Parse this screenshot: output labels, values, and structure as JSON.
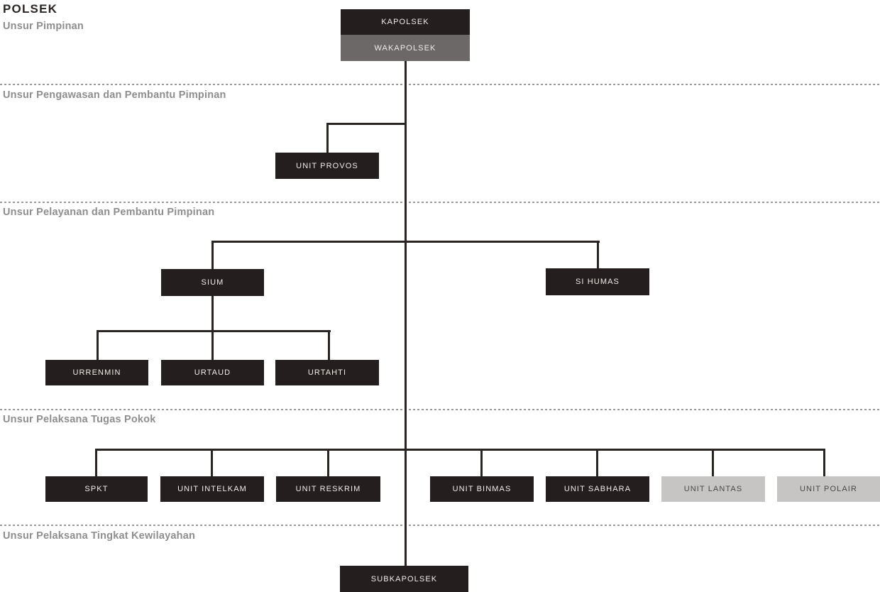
{
  "title": "POLSEK",
  "sections": {
    "pimpinan": {
      "label": "Unsur Pimpinan"
    },
    "pengawasan": {
      "label": "Unsur Pengawasan dan Pembantu Pimpinan"
    },
    "pelayanan": {
      "label": "Unsur Pelayanan dan Pembantu Pimpinan"
    },
    "pelaksana_pokok": {
      "label": "Unsur Pelaksana Tugas Pokok"
    },
    "kewilayahan": {
      "label": "Unsur Pelaksana Tingkat Kewilayahan"
    }
  },
  "nodes": {
    "kapolsek": {
      "label": "KAPOLSEK",
      "variant": "dark"
    },
    "wakapolsek": {
      "label": "WAKAPOLSEK",
      "variant": "gray"
    },
    "unit_provos": {
      "label": "UNIT PROVOS",
      "variant": "dark"
    },
    "sium": {
      "label": "SIUM",
      "variant": "dark"
    },
    "si_humas": {
      "label": "SI HUMAS",
      "variant": "dark"
    },
    "urrenmin": {
      "label": "URRENMIN",
      "variant": "dark"
    },
    "urtaud": {
      "label": "URTAUD",
      "variant": "dark"
    },
    "urtahti": {
      "label": "URTAHTI",
      "variant": "dark"
    },
    "spkt": {
      "label": "SPKT",
      "variant": "dark"
    },
    "unit_intelkam": {
      "label": "UNIT INTELKAM",
      "variant": "dark"
    },
    "unit_reskrim": {
      "label": "UNIT RESKRIM",
      "variant": "dark"
    },
    "unit_binmas": {
      "label": "UNIT BINMAS",
      "variant": "dark"
    },
    "unit_sabhara": {
      "label": "UNIT SABHARA",
      "variant": "dark"
    },
    "unit_lantas": {
      "label": "UNIT LANTAS",
      "variant": "light"
    },
    "unit_polair": {
      "label": "UNIT POLAIR",
      "variant": "light"
    },
    "subkapolsek": {
      "label": "SUBKAPOLSEK",
      "variant": "dark"
    }
  },
  "colors": {
    "node-dark-bg": "#241f1e",
    "node-dark-text": "#f0ece9",
    "node-gray-bg": "#6b6867",
    "node-light-bg": "#c6c5c4",
    "node-light-text": "#4c4747",
    "line": "#2a2423",
    "divider": "#9a9a9a",
    "section-label": "#8e8e8e",
    "title": "#2b2524",
    "background": "#ffffff"
  }
}
